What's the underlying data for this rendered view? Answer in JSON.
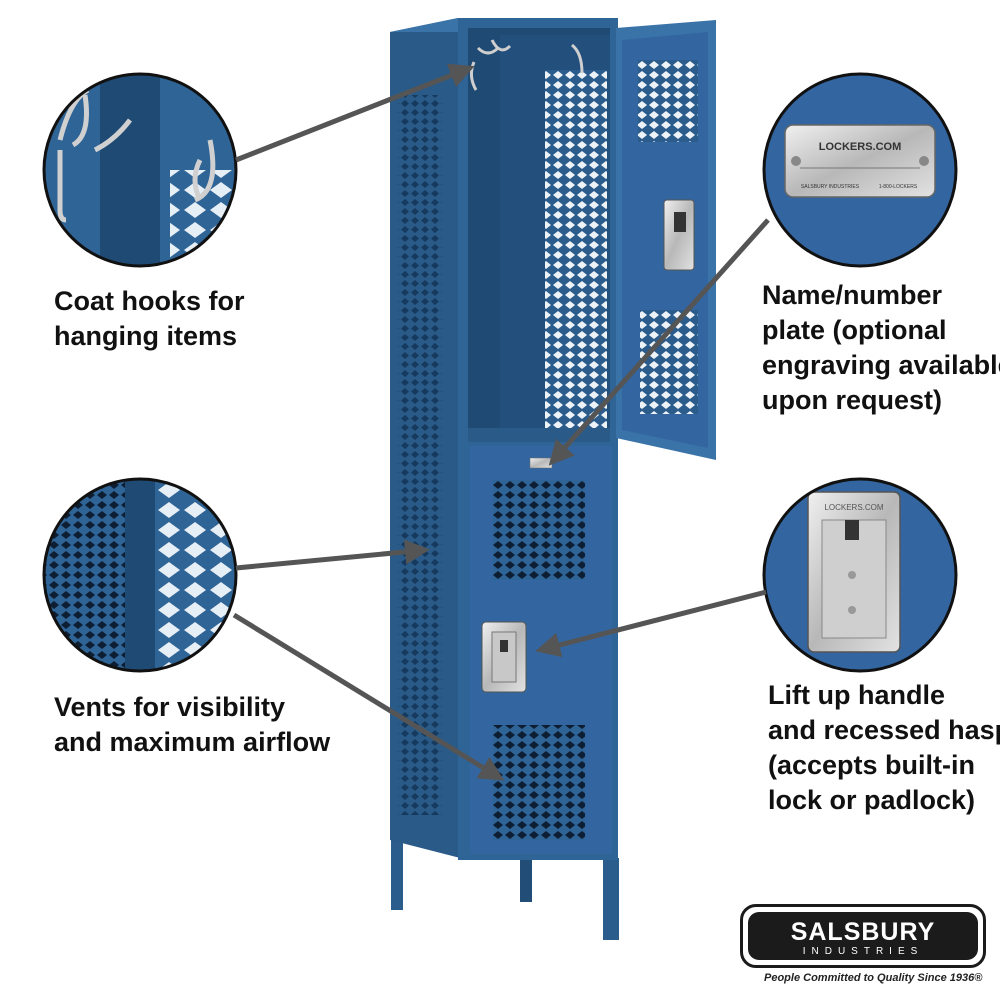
{
  "callouts": {
    "hooks": {
      "line1": "Coat hooks for",
      "line2": "hanging items"
    },
    "vents": {
      "line1": "Vents for visibility",
      "line2": "and maximum airflow"
    },
    "plate": {
      "line1": "Name/number",
      "line2": "plate (optional",
      "line3": "engraving available",
      "line4": "upon request)"
    },
    "handle": {
      "line1": "Lift up handle",
      "line2": "and recessed hasp",
      "line3": "(accepts built-in",
      "line4": "lock or padlock)"
    }
  },
  "plate_text": {
    "top": "LOCKERS.COM",
    "left": "SALSBURY INDUSTRIES",
    "right": "1-800-LOCKERS"
  },
  "handle_text": "LOCKERS.COM",
  "brand": {
    "name": "SALSBURY",
    "sub": "INDUSTRIES",
    "tagline": "People Committed to Quality Since 1936®"
  },
  "colors": {
    "locker_blue": "#2f6496",
    "locker_dark": "#1f4a74",
    "locker_light": "#4a82b8",
    "arrow": "#555555"
  }
}
